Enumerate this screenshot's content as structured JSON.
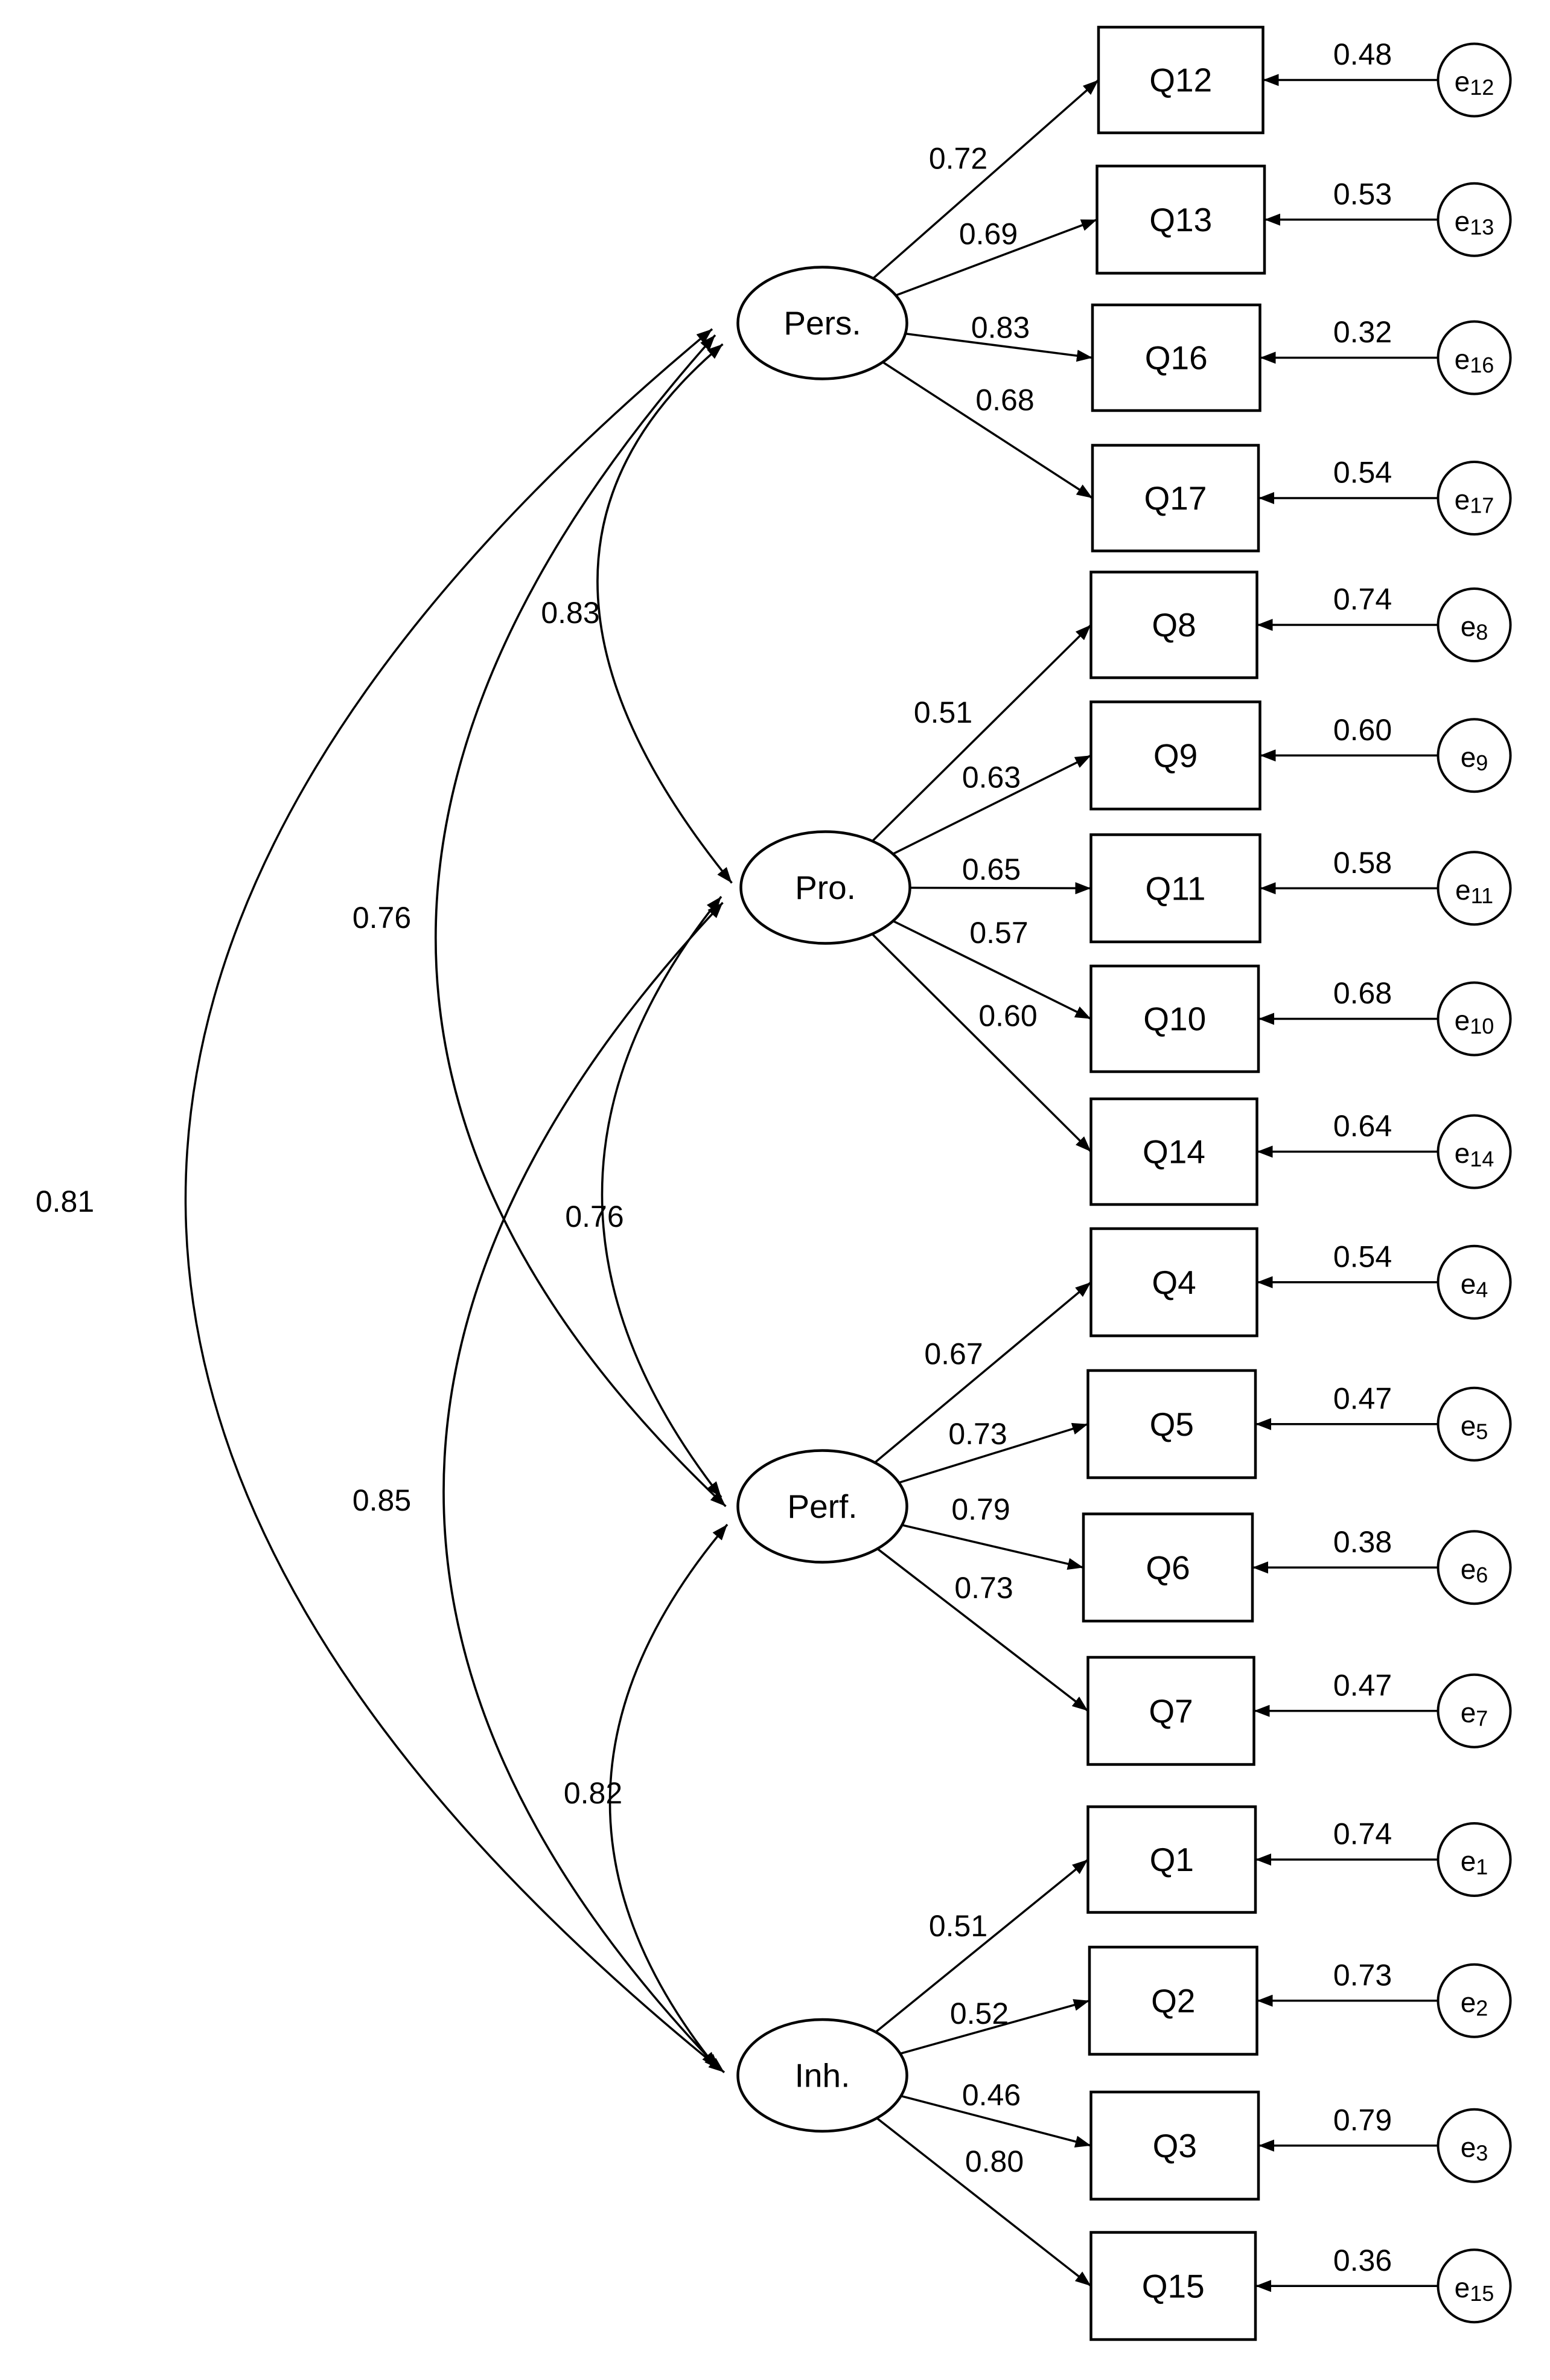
{
  "factors": [
    {
      "id": "pers",
      "label": "Pers."
    },
    {
      "id": "pro",
      "label": "Pro."
    },
    {
      "id": "perf",
      "label": "Perf."
    },
    {
      "id": "inh",
      "label": "Inh."
    }
  ],
  "items": [
    {
      "label": "Q12",
      "factor": "pers",
      "loading": "0.72",
      "error": "e",
      "error_sub": "12",
      "error_value": "0.48"
    },
    {
      "label": "Q13",
      "factor": "pers",
      "loading": "0.69",
      "error": "e",
      "error_sub": "13",
      "error_value": "0.53"
    },
    {
      "label": "Q16",
      "factor": "pers",
      "loading": "0.83",
      "error": "e",
      "error_sub": "16",
      "error_value": "0.32"
    },
    {
      "label": "Q17",
      "factor": "pers",
      "loading": "0.68",
      "error": "e",
      "error_sub": "17",
      "error_value": "0.54"
    },
    {
      "label": "Q8",
      "factor": "pro",
      "loading": "0.51",
      "error": "e",
      "error_sub": "8",
      "error_value": "0.74"
    },
    {
      "label": "Q9",
      "factor": "pro",
      "loading": "0.63",
      "error": "e",
      "error_sub": "9",
      "error_value": "0.60"
    },
    {
      "label": "Q11",
      "factor": "pro",
      "loading": "0.65",
      "error": "e",
      "error_sub": "11",
      "error_value": "0.58"
    },
    {
      "label": "Q10",
      "factor": "pro",
      "loading": "0.57",
      "error": "e",
      "error_sub": "10",
      "error_value": "0.68"
    },
    {
      "label": "Q14",
      "factor": "pro",
      "loading": "0.60",
      "error": "e",
      "error_sub": "14",
      "error_value": "0.64"
    },
    {
      "label": "Q4",
      "factor": "perf",
      "loading": "0.67",
      "error": "e",
      "error_sub": "4",
      "error_value": "0.54"
    },
    {
      "label": "Q5",
      "factor": "perf",
      "loading": "0.73",
      "error": "e",
      "error_sub": "5",
      "error_value": "0.47"
    },
    {
      "label": "Q6",
      "factor": "perf",
      "loading": "0.79",
      "error": "e",
      "error_sub": "6",
      "error_value": "0.38"
    },
    {
      "label": "Q7",
      "factor": "perf",
      "loading": "0.73",
      "error": "e",
      "error_sub": "7",
      "error_value": "0.47"
    },
    {
      "label": "Q1",
      "factor": "inh",
      "loading": "0.51",
      "error": "e",
      "error_sub": "1",
      "error_value": "0.74"
    },
    {
      "label": "Q2",
      "factor": "inh",
      "loading": "0.52",
      "error": "e",
      "error_sub": "2",
      "error_value": "0.73"
    },
    {
      "label": "Q3",
      "factor": "inh",
      "loading": "0.46",
      "error": "e",
      "error_sub": "3",
      "error_value": "0.79"
    },
    {
      "label": "Q15",
      "factor": "inh",
      "loading": "0.80",
      "error": "e",
      "error_sub": "15",
      "error_value": "0.36"
    }
  ],
  "correlations": [
    {
      "from": "pers",
      "to": "pro",
      "value": "0.83"
    },
    {
      "from": "pers",
      "to": "perf",
      "value": "0.76"
    },
    {
      "from": "pers",
      "to": "inh",
      "value": "0.81"
    },
    {
      "from": "pro",
      "to": "perf",
      "value": "0.76"
    },
    {
      "from": "pro",
      "to": "inh",
      "value": "0.85"
    },
    {
      "from": "perf",
      "to": "inh",
      "value": "0.82"
    }
  ]
}
